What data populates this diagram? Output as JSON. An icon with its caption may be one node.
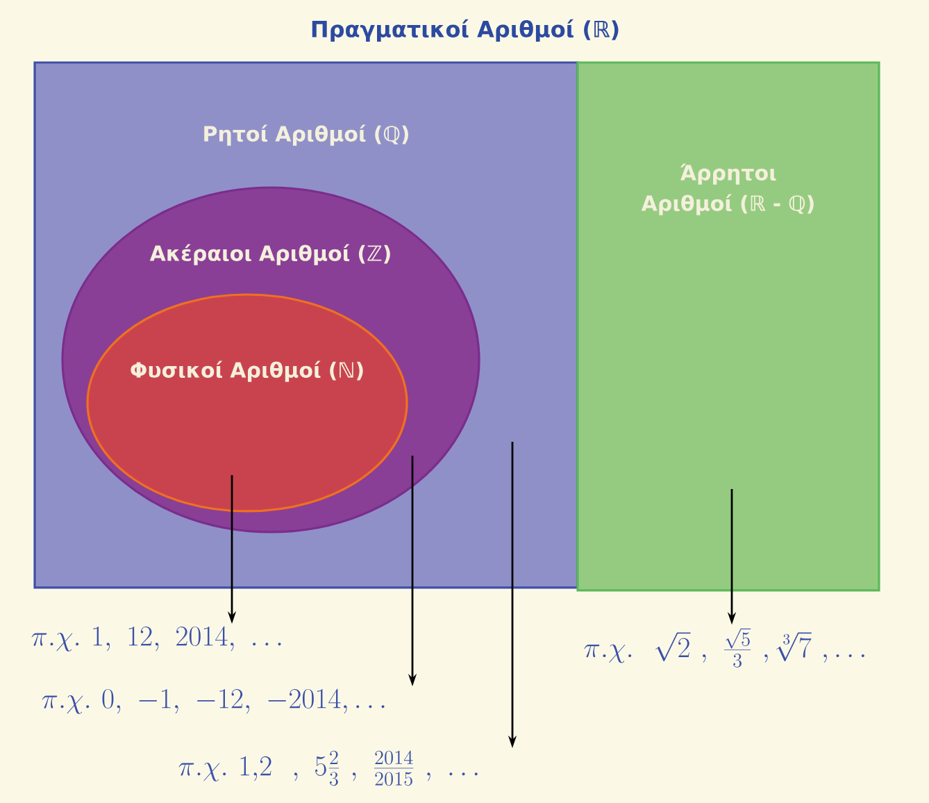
{
  "diagram": {
    "title": "Πραγματικοί Αριθμοί (ℝ)",
    "nodes": [
      {
        "text": [
          "Ρητοί Αριθμοί (ℚ)"
        ]
      },
      {
        "text": [
          "Άρρητοι Αριθμοί (ℝ - ℚ)"
        ]
      },
      {
        "text": [
          "Ακέραιοι Αριθμοί (ℤ)"
        ],
        "in": 0
      },
      {
        "text": [
          "Φυσικοί Αριθμοί (ℕ)"
        ],
        "in": 2
      },
      {
        "text": [
          "\\pi.\\chi.\\ 1,\\ 12,\\ 2014,\\ \\ldots"
        ]
      },
      {
        "text": [
          "\\pi.\\chi.\\ 0,\\ -1,\\ -12,\\ -2014,\\ldots"
        ]
      },
      {
        "text": [
          "\\pi.\\chi.\\ 1{,}2\\ \\ ,\\ 5\\frac{2}{3}\\ ,\\ \\frac{2014}{2015}\\ ,\\ \\ldots"
        ]
      },
      {
        "text": [
          "\\pi.\\chi.\\ \\ \\sqrt{2}\\ ,\\ \\frac{\\sqrt{5}}{3}\\ ,\\sqrt[3]{7}\\ ,\\ldots"
        ]
      }
    ],
    "edges": [
      {
        "from": 3,
        "to": 4,
        "arrow": "to"
      },
      {
        "from": 2,
        "to": 5,
        "arrow": "to"
      },
      {
        "from": 0,
        "to": 6,
        "arrow": "to"
      },
      {
        "from": 1,
        "to": 7,
        "arrow": "to"
      }
    ]
  }
}
